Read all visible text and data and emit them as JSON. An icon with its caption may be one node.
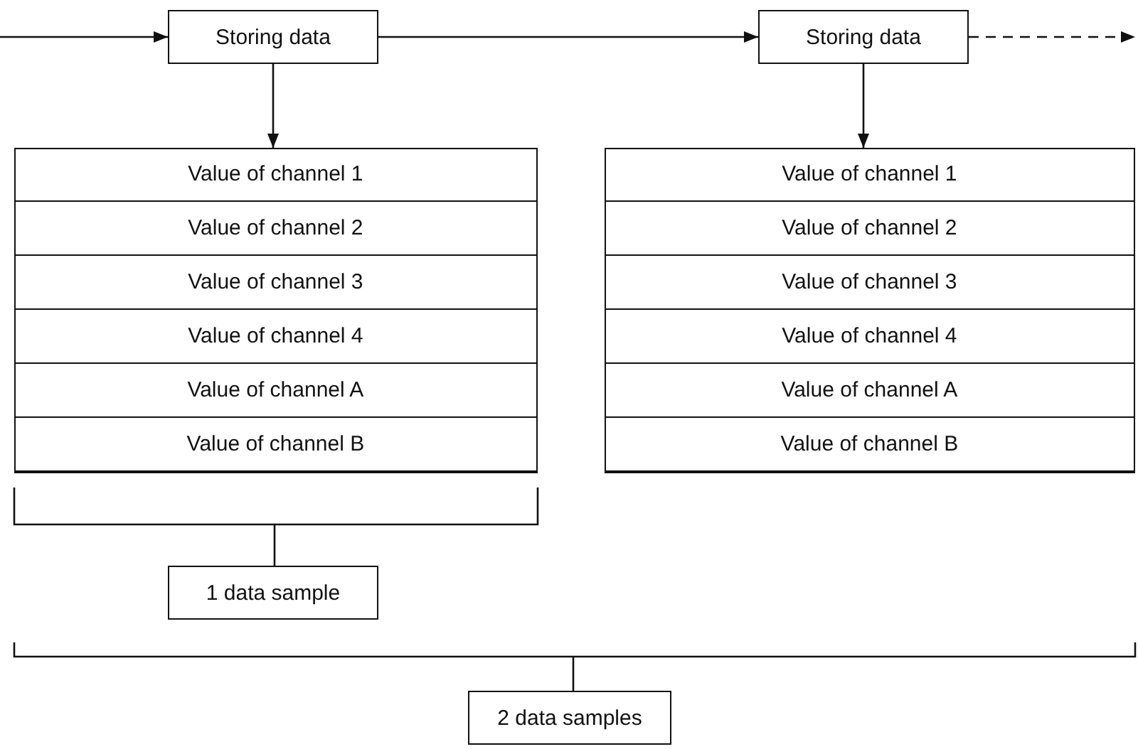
{
  "diagram": {
    "nodes": [
      {
        "text": [
          "Storing data"
        ]
      },
      {
        "text": [
          "Storing data"
        ]
      },
      {
        "text": [],
        "shape": "box"
      },
      {
        "text": [
          "Value of channel 1"
        ],
        "in": 2
      },
      {
        "text": [
          "Value of channel 2"
        ],
        "in": 2
      },
      {
        "text": [
          "Value of channel 3"
        ],
        "in": 2
      },
      {
        "text": [
          "Value of channel 4"
        ],
        "in": 2
      },
      {
        "text": [
          "Value of channel A"
        ],
        "in": 2
      },
      {
        "text": [
          "Value of channel B"
        ],
        "in": 2
      },
      {
        "text": [],
        "shape": "box"
      },
      {
        "text": [
          "Value of channel 1"
        ],
        "in": 9
      },
      {
        "text": [
          "Value of channel 2"
        ],
        "in": 9
      },
      {
        "text": [
          "Value of channel 3"
        ],
        "in": 9
      },
      {
        "text": [
          "Value of channel 4"
        ],
        "in": 9
      },
      {
        "text": [
          "Value of channel A"
        ],
        "in": 9
      },
      {
        "text": [
          "Value of channel B"
        ],
        "in": 9
      },
      {
        "text": [
          "1 data sample"
        ]
      },
      {
        "text": [
          "2 data samples"
        ]
      }
    ],
    "edges": [
      {
        "from": null,
        "to": 0,
        "arrow": "to"
      },
      {
        "from": 0,
        "to": 1,
        "arrow": "to"
      },
      {
        "from": 1,
        "to": null,
        "arrow": "to",
        "style": "dashed"
      },
      {
        "from": 0,
        "to": 2,
        "arrow": "to"
      },
      {
        "from": 1,
        "to": 9,
        "arrow": "to"
      }
    ]
  }
}
